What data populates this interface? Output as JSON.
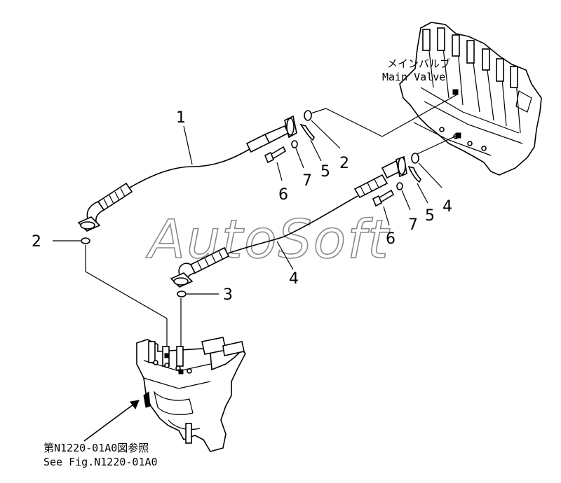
{
  "watermark": "AutoSoft",
  "labels": {
    "main_valve_jp": "メインバルブ",
    "main_valve_en": "Main Valve",
    "ref_jp": "第N1220-01A0図参照",
    "ref_en": "See Fig.N1220-01A0"
  },
  "callouts": [
    {
      "id": "c1",
      "text": "1"
    },
    {
      "id": "c2a",
      "text": "2"
    },
    {
      "id": "c2b",
      "text": "2"
    },
    {
      "id": "c3",
      "text": "3"
    },
    {
      "id": "c4a",
      "text": "4"
    },
    {
      "id": "c4b",
      "text": "4"
    },
    {
      "id": "c5a",
      "text": "5"
    },
    {
      "id": "c5b",
      "text": "5"
    },
    {
      "id": "c6a",
      "text": "6"
    },
    {
      "id": "c6b",
      "text": "6"
    },
    {
      "id": "c7a",
      "text": "7"
    },
    {
      "id": "c7b",
      "text": "7"
    }
  ]
}
